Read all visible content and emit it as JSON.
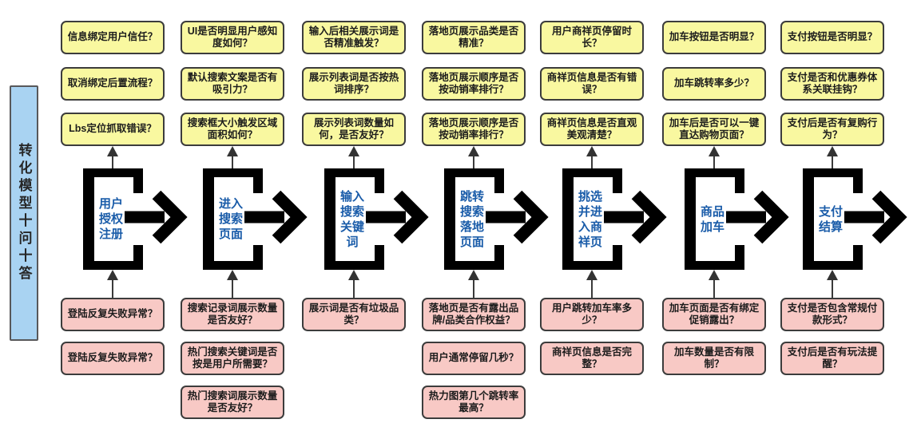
{
  "title": "转化模型十问十答",
  "colors": {
    "top_question_fill": "#f9f8a0",
    "bottom_question_fill": "#f8c9c5",
    "sidebar_fill": "#a9d3f2",
    "stage_text": "#1a5ca9",
    "flow_black": "#000000",
    "box_border": "#3c3c3c"
  },
  "stages": [
    {
      "label": "用户授权注册",
      "label_lines": [
        "用户",
        "授权",
        "注册"
      ],
      "top_questions": [
        "信息绑定用户信任？",
        "取消绑定后置流程？",
        "Lbs定位抓取错误？"
      ],
      "bottom_questions": [
        "登陆反复失败异常？",
        "登陆反复失败异常？"
      ]
    },
    {
      "label": "进入搜索页面",
      "label_lines": [
        "进入",
        "搜索",
        "页面"
      ],
      "top_questions": [
        "UI是否明显用户感知度如何？",
        "默认搜索文案是否有吸引力？",
        "搜索框大小触发区域面积如何？"
      ],
      "bottom_questions": [
        "搜索记录词展示数量是否友好？",
        "热门搜索关键词是否按是用户所需要？",
        "热门搜索词展示数量是否友好？"
      ]
    },
    {
      "label": "输入搜索关键词",
      "label_lines": [
        "输入",
        "搜索",
        "关键",
        "词"
      ],
      "top_questions": [
        "输入后相关展示词是否精准触发？",
        "展示列表词是否按热词排序？",
        "展示列表词数量如何，是否友好？"
      ],
      "bottom_questions": [
        "展示词是否有垃圾品类？"
      ]
    },
    {
      "label": "跳转搜索落地页面",
      "label_lines": [
        "跳转",
        "搜索",
        "落地",
        "页面"
      ],
      "top_questions": [
        "落地页展示品类是否精准？",
        "落地页展示顺序是否按动销率排行？",
        "落地页展示顺序是否按动销率排行？"
      ],
      "bottom_questions": [
        "落地页是否有露出品牌/品类合作权益？",
        "用户通常停留几秒？",
        "热力图第几个跳转率最高？"
      ]
    },
    {
      "label": "挑选并进入商祥页",
      "label_lines": [
        "挑选",
        "并进",
        "入商",
        "祥页"
      ],
      "top_questions": [
        "用户商祥页停留时长？",
        "商祥页信息是否有错误？",
        "商祥页信息是否直观美观清楚？"
      ],
      "bottom_questions": [
        "用户跳转加车率多少？",
        "商祥页信息是否完整？"
      ]
    },
    {
      "label": "商品加车",
      "label_lines": [
        "商品",
        "加车"
      ],
      "top_questions": [
        "加车按钮是否明显？",
        "加车跳转率多少？",
        "加车后是否可以一键直达购物页面？"
      ],
      "bottom_questions": [
        "加车页面是否有绑定促销露出？",
        "加车数量是否有限制？"
      ]
    },
    {
      "label": "支付结算",
      "label_lines": [
        "支付",
        "结算"
      ],
      "top_questions": [
        "支付按钮是否明显？",
        "支付是否和优惠券体系关联挂钩？",
        "支付后是否有复购行为？"
      ],
      "bottom_questions": [
        "支付是否包含常规付款形式？",
        "支付后是否有玩法提醒？"
      ]
    }
  ]
}
